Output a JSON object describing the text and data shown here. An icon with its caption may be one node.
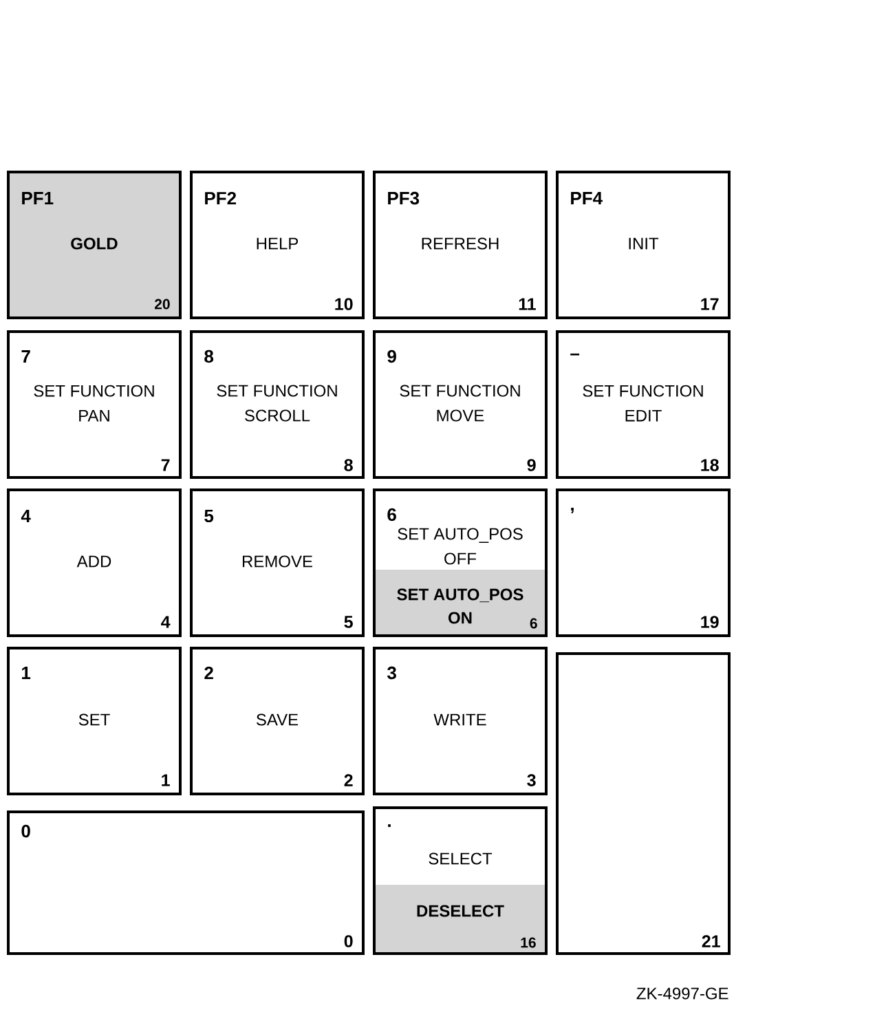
{
  "diagram": {
    "nodes": [
      {
        "text": [
          "PF1",
          "GOLD",
          "20"
        ]
      },
      {
        "text": [
          "PF2",
          "HELP",
          "10"
        ]
      },
      {
        "text": [
          "PF3",
          "REFRESH",
          "11"
        ]
      },
      {
        "text": [
          "PF4",
          "INIT",
          "17"
        ]
      },
      {
        "text": [
          "7",
          "SET FUNCTION PAN",
          "7"
        ]
      },
      {
        "text": [
          "8",
          "SET FUNCTION SCROLL",
          "8"
        ]
      },
      {
        "text": [
          "9",
          "SET FUNCTION MOVE",
          "9"
        ]
      },
      {
        "text": [
          "–",
          "SET FUNCTION EDIT",
          "18"
        ]
      },
      {
        "text": [
          "4",
          "ADD",
          "4"
        ]
      },
      {
        "text": [
          "5",
          "REMOVE",
          "5"
        ]
      },
      {
        "text": [
          "6",
          "SET AUTO_POS OFF"
        ]
      },
      {
        "text": [
          "SET AUTO_POS ON",
          "6"
        ],
        "in": 10
      },
      {
        "text": [
          ",",
          "19"
        ]
      },
      {
        "text": [
          "1",
          "SET",
          "1"
        ]
      },
      {
        "text": [
          "2",
          "SAVE",
          "2"
        ]
      },
      {
        "text": [
          "3",
          "WRITE",
          "3"
        ]
      },
      {
        "text": [
          "21"
        ]
      },
      {
        "text": [
          "0",
          "0"
        ]
      },
      {
        "text": [
          ".",
          "SELECT"
        ]
      },
      {
        "text": [
          "DESELECT",
          "16"
        ],
        "in": 18
      }
    ],
    "labels": [
      "ZK-4997-GE"
    ]
  }
}
